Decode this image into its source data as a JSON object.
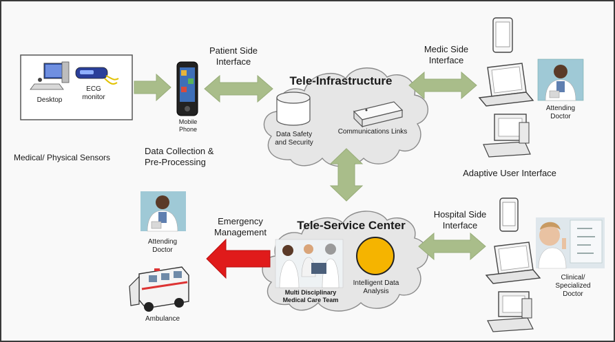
{
  "diagram": {
    "sensors_box": {
      "desktop_label": "Desktop",
      "ecg_label": "ECG\nmonitor"
    },
    "sensors_caption": "Medical/ Physical Sensors",
    "mobile_phone_label": "Mobile\nPhone",
    "data_collection_label": "Data Collection &\nPre-Processing",
    "patient_side_interface": "Patient Side\nInterface",
    "tele_infrastructure": {
      "title": "Tele-Infrastructure",
      "data_safety": "Data Safety\nand Security",
      "communications": "Communications Links"
    },
    "medic_side_interface": "Medic Side\nInterface",
    "attending_doctor_top": "Attending\nDoctor",
    "adaptive_ui": "Adaptive User Interface",
    "tele_service_center": {
      "title": "Tele-Service Center",
      "team": "Multi Disciplinary\nMedical Care Team",
      "analysis": "Intelligent Data\nAnalysis"
    },
    "emergency_management": "Emergency\nManagement",
    "attending_doctor_left": "Attending\nDoctor",
    "ambulance_label": "Ambulance",
    "hospital_side_interface": "Hospital Side\nInterface",
    "clinical_doctor": "Clinical/\nSpecialized\nDoctor"
  },
  "colors": {
    "arrow_green": "#a9bd8a",
    "arrow_red": "#e01b1b",
    "cloud": "#e6e6e6",
    "analysis_circle": "#f5b400",
    "frame": "#3a3a3a"
  }
}
